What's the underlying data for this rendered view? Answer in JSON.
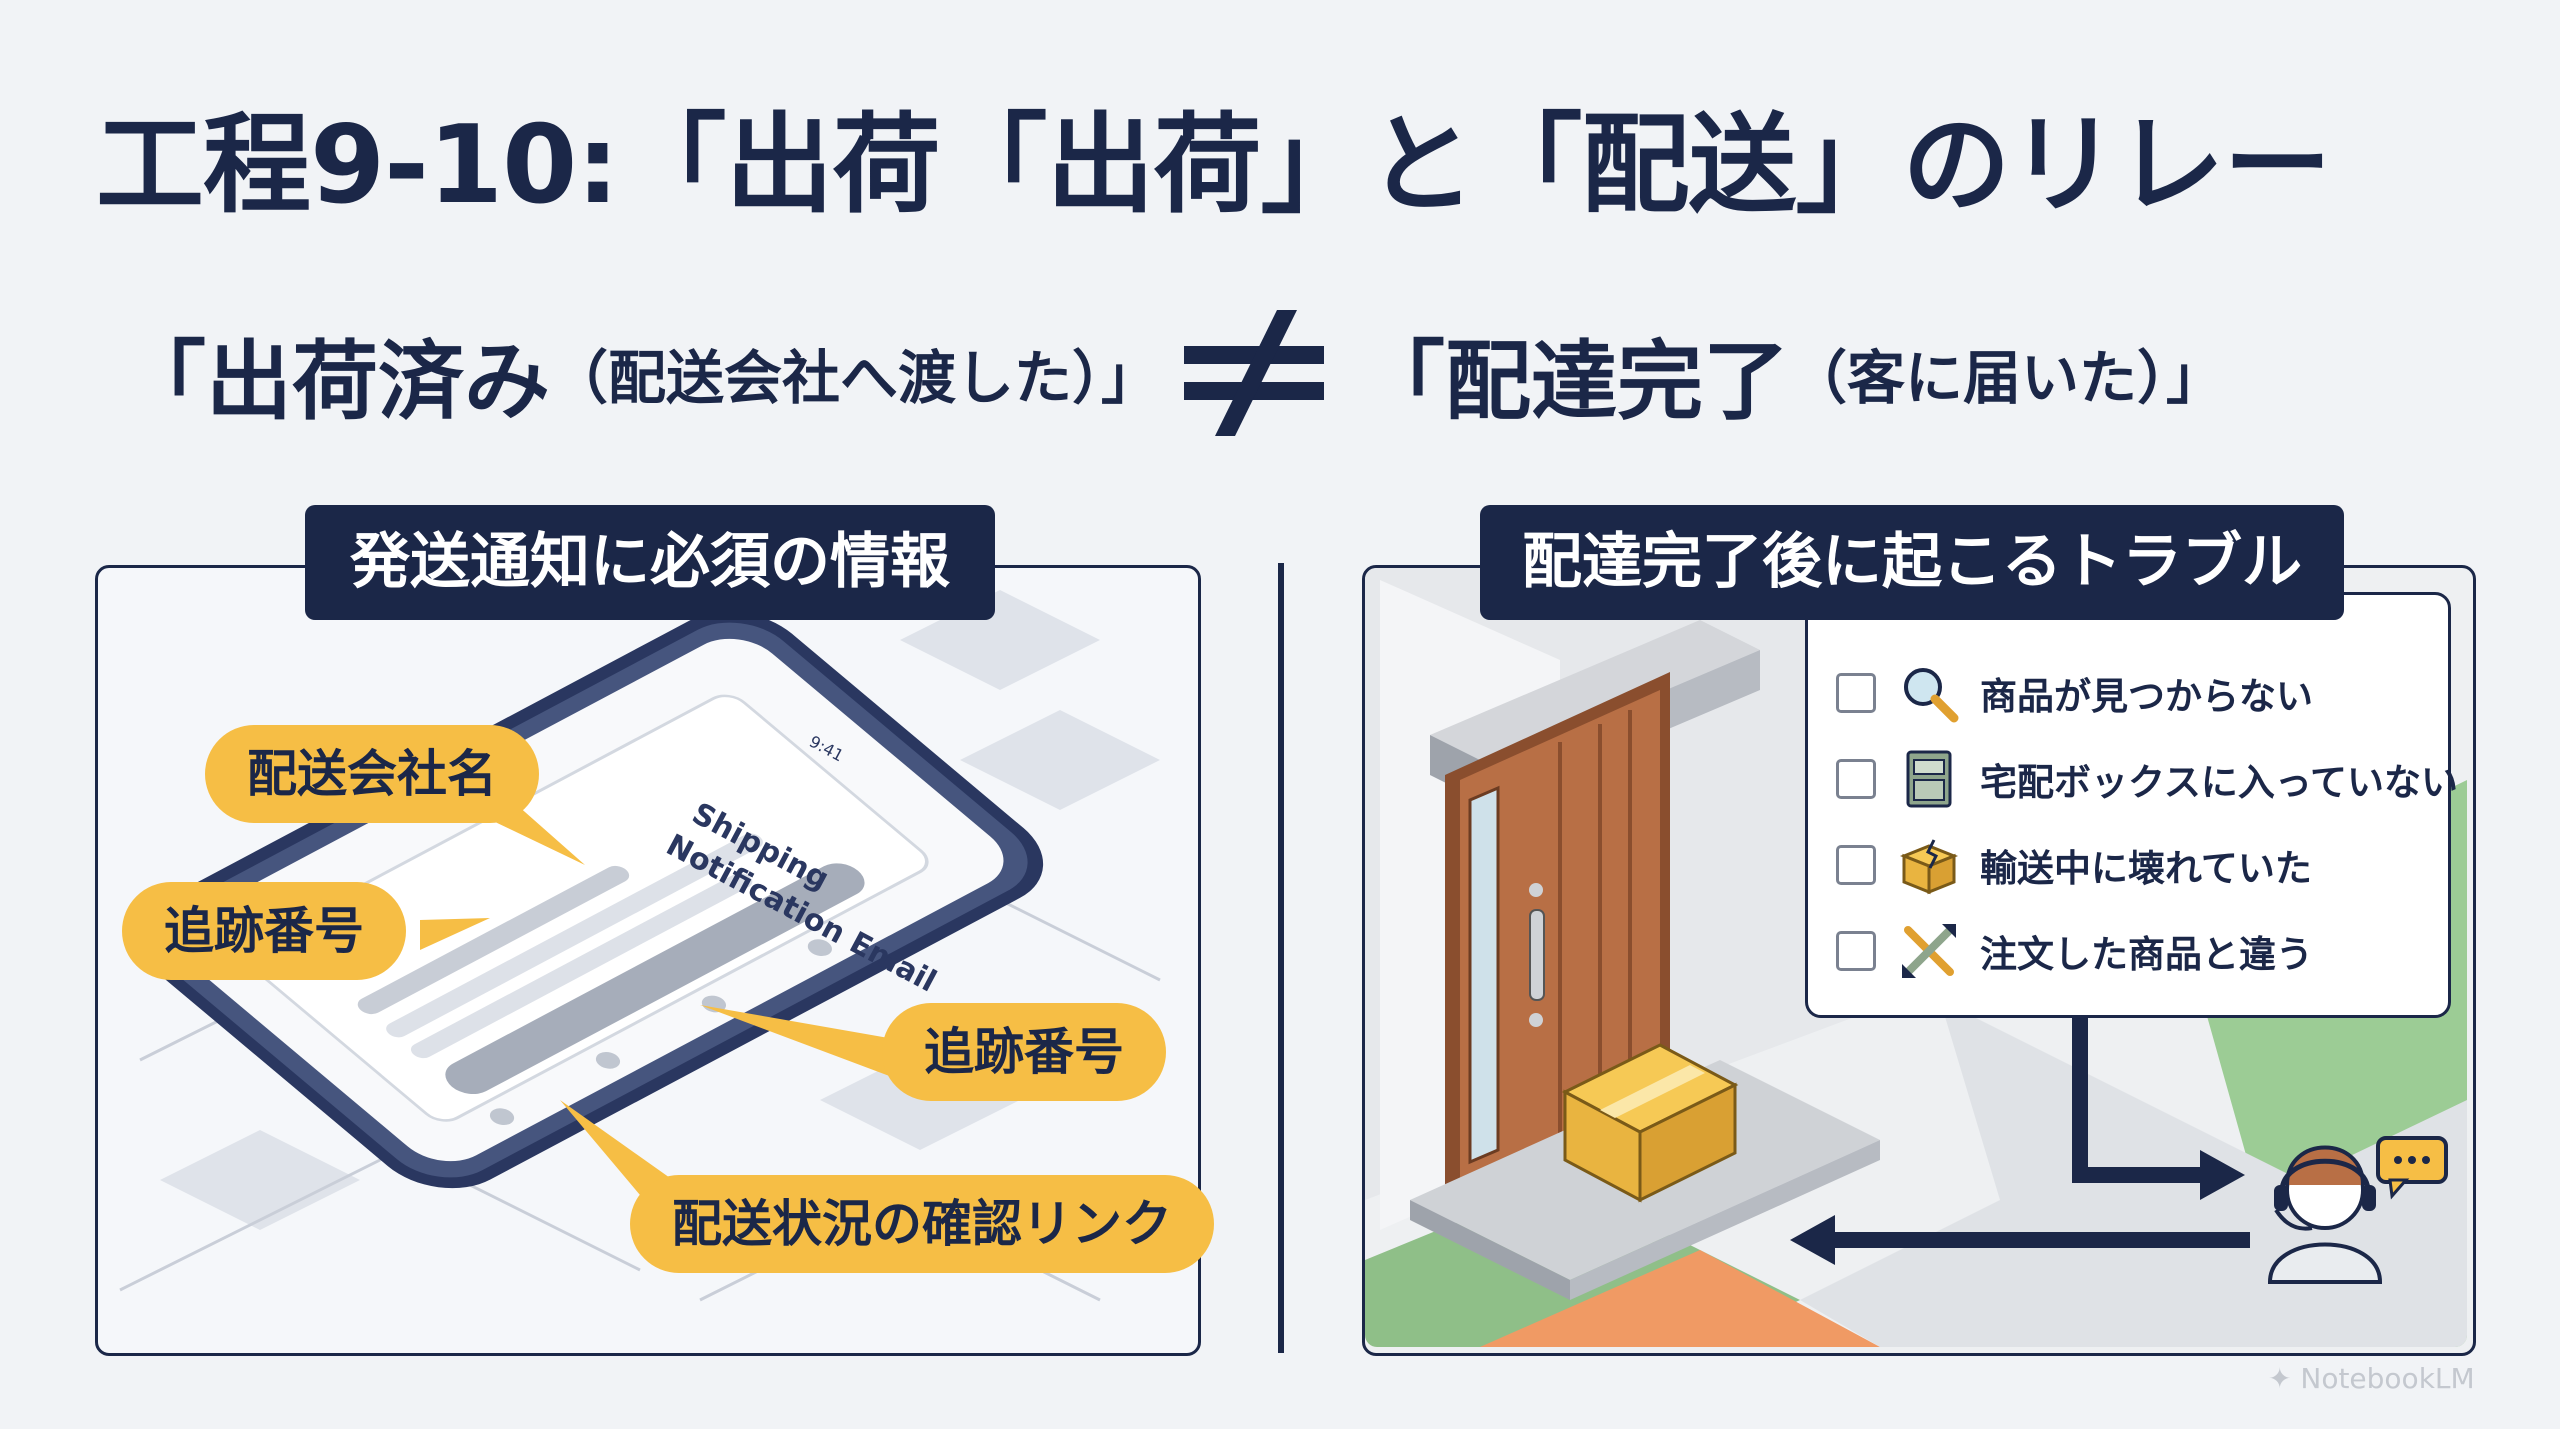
{
  "title": "工程9-10:「出荷「出荷」と「配送」のリレー",
  "subtitle": {
    "left_main": "「出荷済み",
    "left_paren": "（配送会社へ渡した）」",
    "right_main": "「配達完了",
    "right_paren": "（客に届いた）」"
  },
  "left_panel": {
    "label": "発送通知に必須の情報",
    "phone": {
      "status_time": "9:41",
      "email_title_line1": "Shipping",
      "email_title_line2": "Notification Email"
    },
    "callouts": [
      "配送会社名",
      "追跡番号",
      "追跡番号",
      "配送状況の確認リンク"
    ]
  },
  "right_panel": {
    "label": "配達完了後に起こるトラブル",
    "checklist": [
      {
        "text": "商品が見つからない",
        "icon": "magnifier-icon"
      },
      {
        "text": "宅配ボックスに入っていない",
        "icon": "delivery-box-icon"
      },
      {
        "text": "輸送中に壊れていた",
        "icon": "broken-box-icon"
      },
      {
        "text": "注文した商品と違う",
        "icon": "wrong-item-icon"
      }
    ]
  },
  "watermark": "NotebookLM",
  "colors": {
    "navy": "#1b2748",
    "accent_yellow": "#f6be45",
    "background": "#f1f3f6",
    "door_brown": "#b86f45",
    "floor_green": "#8fbf88",
    "floor_orange": "#f09a64"
  }
}
